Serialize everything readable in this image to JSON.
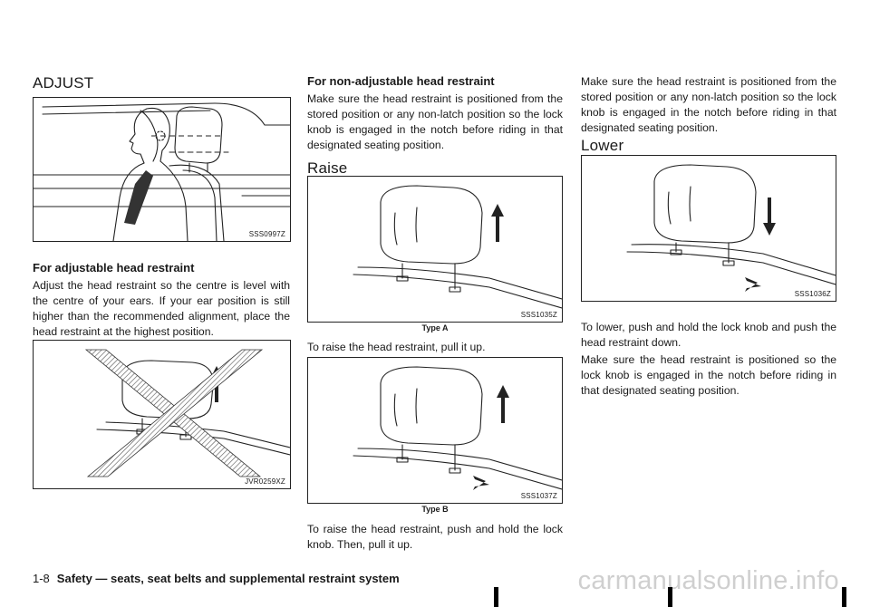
{
  "col1": {
    "heading": "ADJUST",
    "fig1_code": "SSS0997Z",
    "adjustable_heading": "For adjustable head restraint",
    "adjustable_text": "Adjust the head restraint so the centre is level with the centre of your ears. If your ear position is still higher than the recommended alignment, place the head restraint at the highest position.",
    "fig2_code": "JVR0259XZ"
  },
  "col2": {
    "non_adjustable_heading": "For non-adjustable head restraint",
    "non_adjustable_text": "Make sure the head restraint is positioned from the stored position or any non-latch position so the lock knob is engaged in the notch before riding in that designated seating position.",
    "raise_heading": "Raise",
    "fig3_code": "SSS1035Z",
    "fig3_caption": "Type A",
    "raise_text_a": "To raise the head restraint, pull it up.",
    "fig4_code": "SSS1037Z",
    "fig4_caption": "Type B",
    "raise_text_b": "To raise the head restraint, push and hold the lock knob. Then, pull it up."
  },
  "col3": {
    "intro_text": "Make sure the head restraint is positioned from the stored position or any non-latch position so the lock knob is engaged in the notch before riding in that designated seating position.",
    "lower_heading": "Lower",
    "fig5_code": "SSS1036Z",
    "lower_text_1": "To lower, push and hold the lock knob and push the head restraint down.",
    "lower_text_2": "Make sure the head restraint is positioned so the lock knob is engaged in the notch before riding in that designated seating position."
  },
  "footer": {
    "page_number": "1-8",
    "section_title": "Safety — seats, seat belts and supplemental restraint system"
  },
  "watermark": "carmanualsonline.info"
}
